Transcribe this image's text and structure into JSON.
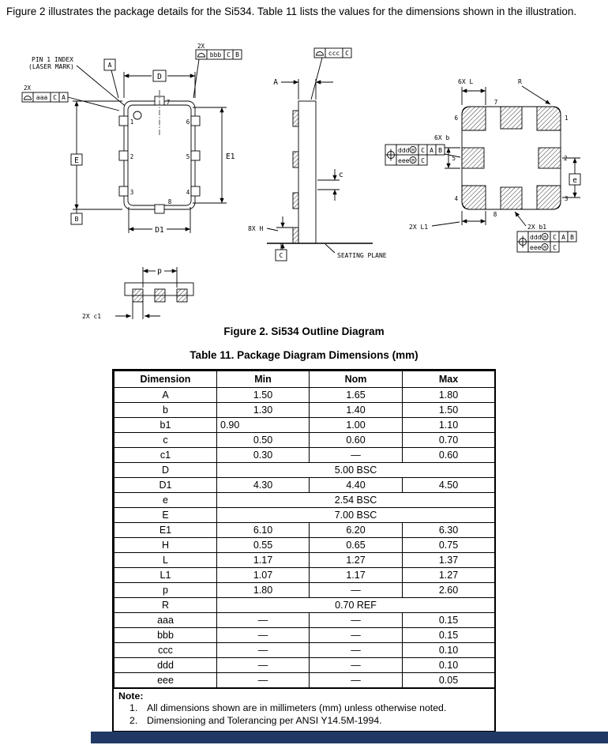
{
  "page": {
    "intro_text": "Figure 2 illustrates the package details for the Si534. Table 11 lists the values for the dimensions shown in the illustration.",
    "footer_bar_color": "#1F3864"
  },
  "figure": {
    "caption": "Figure 2. Si534 Outline Diagram",
    "labels": {
      "pin1_index_line1": "PIN 1 INDEX",
      "pin1_index_line2": "(LASER MARK)",
      "two_x": "2X",
      "aaa": "aaa",
      "bbb": "bbb",
      "ccc": "ccc",
      "ddd": "ddd",
      "eee": "eee",
      "datum_a": "A",
      "datum_b": "B",
      "datum_c": "C",
      "dim_D": "D",
      "dim_D1": "D1",
      "dim_E": "E",
      "dim_E1": "E1",
      "dim_A": "A",
      "dim_c": "c",
      "dim_p": "p",
      "dim_e": "e",
      "dim_R": "R",
      "six_x_L": "6X L",
      "six_x_b": "6X b",
      "eight_x_H": "8X H",
      "two_x_L1": "2X L1",
      "two_x_b1": "2X b1",
      "two_x_c1": "2X c1",
      "seating_plane": "SEATING PLANE",
      "mmc_letter": "M",
      "pins": [
        "1",
        "2",
        "3",
        "4",
        "5",
        "6",
        "7",
        "8"
      ]
    }
  },
  "table": {
    "title": "Table 11. Package Diagram Dimensions (mm)",
    "headers": [
      "Dimension",
      "Min",
      "Nom",
      "Max"
    ],
    "rows": [
      {
        "dim": "A",
        "min": "1.50",
        "nom": "1.65",
        "max": "1.80"
      },
      {
        "dim": "b",
        "min": "1.30",
        "nom": "1.40",
        "max": "1.50"
      },
      {
        "dim": "b1",
        "min": "0.90",
        "nom": "1.00",
        "max": "1.10",
        "min_align": "left"
      },
      {
        "dim": "c",
        "min": "0.50",
        "nom": "0.60",
        "max": "0.70"
      },
      {
        "dim": "c1",
        "min": "0.30",
        "nom": "—",
        "max": "0.60"
      },
      {
        "dim": "D",
        "span": "5.00 BSC"
      },
      {
        "dim": "D1",
        "min": "4.30",
        "nom": "4.40",
        "max": "4.50"
      },
      {
        "dim": "e",
        "span": "2.54 BSC"
      },
      {
        "dim": "E",
        "span": "7.00 BSC"
      },
      {
        "dim": "E1",
        "min": "6.10",
        "nom": "6.20",
        "max": "6.30"
      },
      {
        "dim": "H",
        "min": "0.55",
        "nom": "0.65",
        "max": "0.75"
      },
      {
        "dim": "L",
        "min": "1.17",
        "nom": "1.27",
        "max": "1.37"
      },
      {
        "dim": "L1",
        "min": "1.07",
        "nom": "1.17",
        "max": "1.27"
      },
      {
        "dim": "p",
        "min": "1.80",
        "nom": "—",
        "max": "2.60"
      },
      {
        "dim": "R",
        "span": "0.70 REF"
      },
      {
        "dim": "aaa",
        "min": "—",
        "nom": "—",
        "max": "0.15"
      },
      {
        "dim": "bbb",
        "min": "—",
        "nom": "—",
        "max": "0.15"
      },
      {
        "dim": "ccc",
        "min": "—",
        "nom": "—",
        "max": "0.10"
      },
      {
        "dim": "ddd",
        "min": "—",
        "nom": "—",
        "max": "0.10"
      },
      {
        "dim": "eee",
        "min": "—",
        "nom": "—",
        "max": "0.05"
      }
    ]
  },
  "note": {
    "label": "Note:",
    "items": [
      {
        "num": "1.",
        "text": "All dimensions shown are in millimeters (mm) unless otherwise noted."
      },
      {
        "num": "2.",
        "text": "Dimensioning and Tolerancing per ANSI Y14.5M-1994."
      }
    ]
  }
}
